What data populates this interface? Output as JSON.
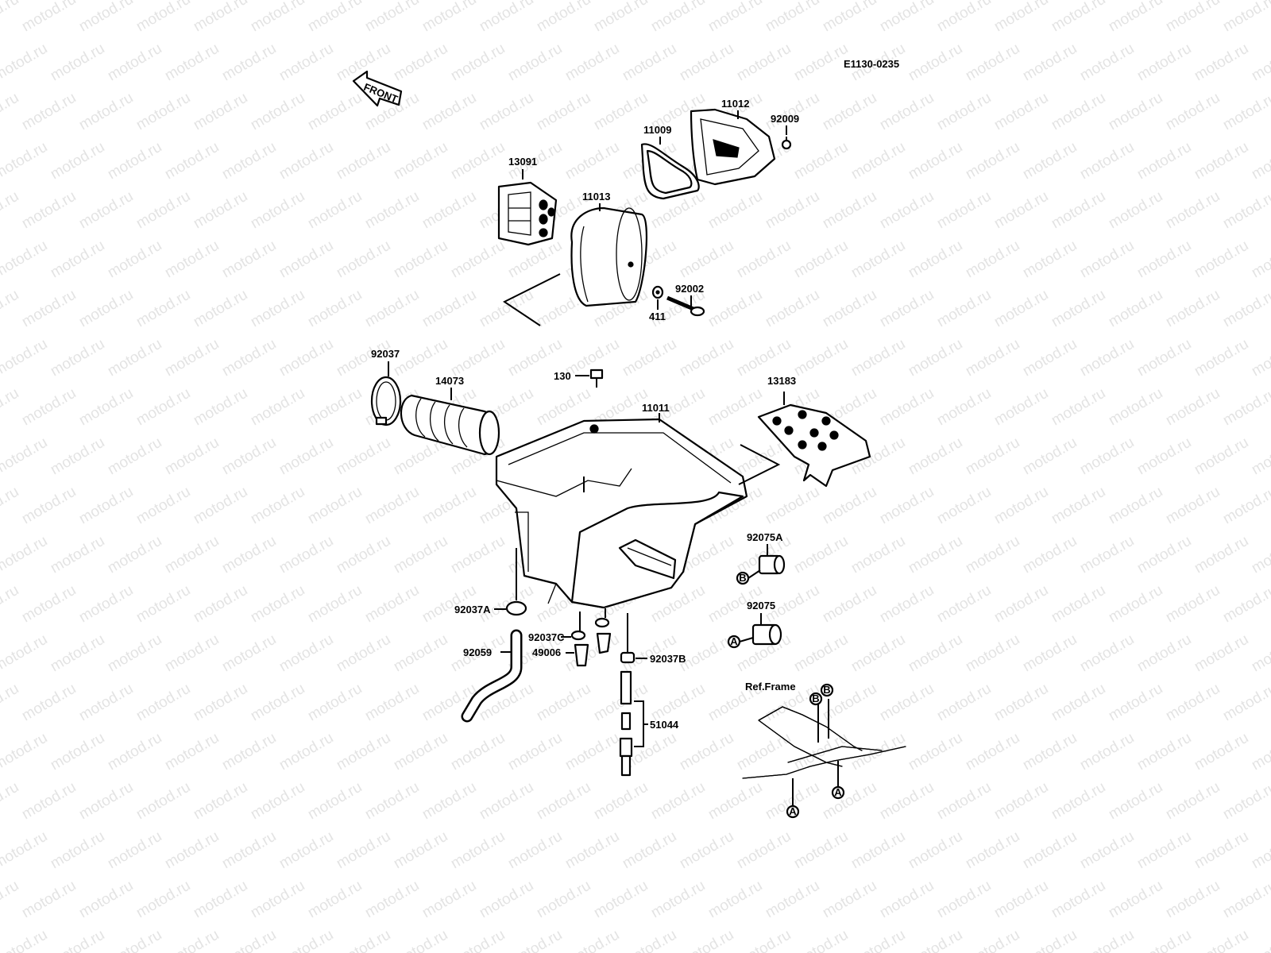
{
  "diagram_code": "E1130-0235",
  "watermark": "motod.ru",
  "front_arrow": "FRONT",
  "ref_frame": "Ref.Frame",
  "markers": {
    "a": "A",
    "b": "B"
  },
  "parts": {
    "p13091": "13091",
    "p11013": "11013",
    "p11009": "11009",
    "p11012": "11012",
    "p92009": "92009",
    "p92002": "92002",
    "p411": "411",
    "p92037": "92037",
    "p14073": "14073",
    "p130": "130",
    "p11011": "11011",
    "p13183": "13183",
    "p92075A": "92075A",
    "p92075": "92075",
    "p92037A": "92037A",
    "p92037C": "92037C",
    "p49006": "49006",
    "p92059": "92059",
    "p92037B": "92037B",
    "p51044": "51044"
  }
}
